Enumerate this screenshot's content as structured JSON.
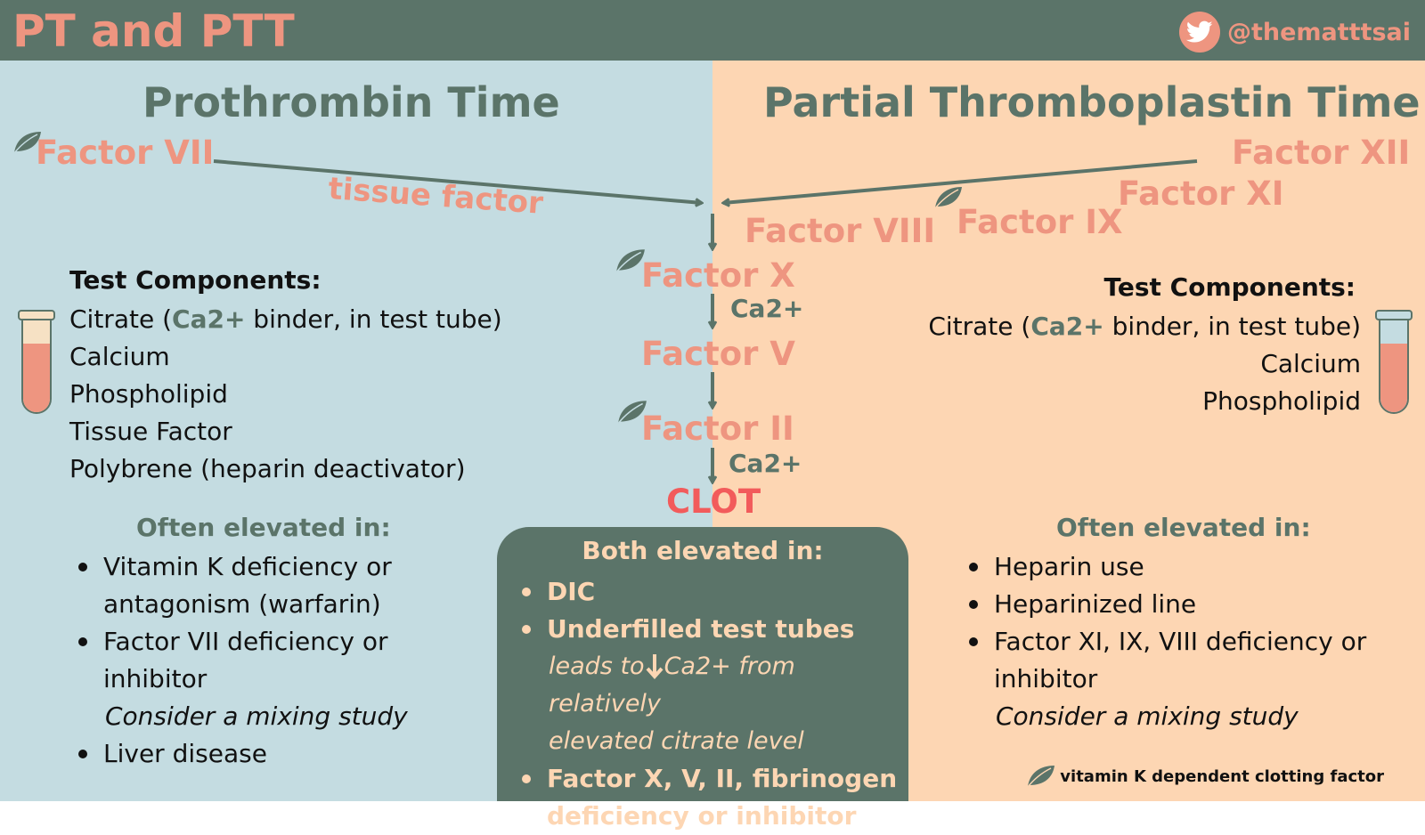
{
  "header": {
    "title": "PT and PTT",
    "handle": "@thematttsai",
    "handle_icon": "twitter-bird-icon"
  },
  "colors": {
    "header_bg": "#5b7469",
    "accent_salmon": "#ee9580",
    "left_panel": "#c4dce1",
    "right_panel": "#fdd6b3",
    "clot_red": "#f25b5b"
  },
  "left": {
    "title": "Prothrombin Time",
    "factor": "Factor VII",
    "pathway_label": "tissue factor",
    "components_title": "Test Components:",
    "components": {
      "citrate_pre": "Citrate (",
      "citrate_ca": "Ca2+",
      "citrate_post": " binder, in test tube)",
      "items": [
        "Calcium",
        "Phospholipid",
        "Tissue Factor",
        "Polybrene (heparin deactivator)"
      ]
    },
    "elevated_title": "Often elevated in:",
    "elevated": {
      "item1_line1": "Vitamin K deficiency or",
      "item1_line2": "antagonism (warfarin)",
      "item2_line1": "Factor VII deficiency or",
      "item2_line2": "inhibitor",
      "mixing": "Consider a mixing study",
      "item3": "Liver disease"
    }
  },
  "right": {
    "title": "Partial Thromboplastin Time",
    "factors": [
      "Factor XII",
      "Factor XI",
      "Factor IX",
      "Factor VIII"
    ],
    "components_title": "Test Components:",
    "components": {
      "citrate_pre": "Citrate (",
      "citrate_ca": "Ca2+",
      "citrate_post": " binder, in test tube)",
      "items": [
        "Calcium",
        "Phospholipid"
      ]
    },
    "elevated_title": "Often elevated in:",
    "elevated": {
      "item1": "Heparin use",
      "item2": "Heparinized line",
      "item3_line1": "Factor XI, IX, VIII deficiency or",
      "item3_line2": "inhibitor",
      "mixing": "Consider a mixing study"
    }
  },
  "cascade": {
    "factor_x": "Factor X",
    "ca_1": "Ca2+",
    "factor_v": "Factor V",
    "factor_ii": "Factor II",
    "ca_2": "Ca2+",
    "clot": "CLOT"
  },
  "both": {
    "title": "Both elevated in:",
    "item1": "DIC",
    "item2": "Underfilled test tubes",
    "note_pre": "leads to",
    "note_post": "Ca2+ from relatively",
    "note_line2": "elevated citrate level",
    "item3_line1": "Factor X, V, II,  fibrinogen",
    "item3_line2": "deficiency or inhibitor"
  },
  "footnote": "vitamin K dependent clotting factor"
}
